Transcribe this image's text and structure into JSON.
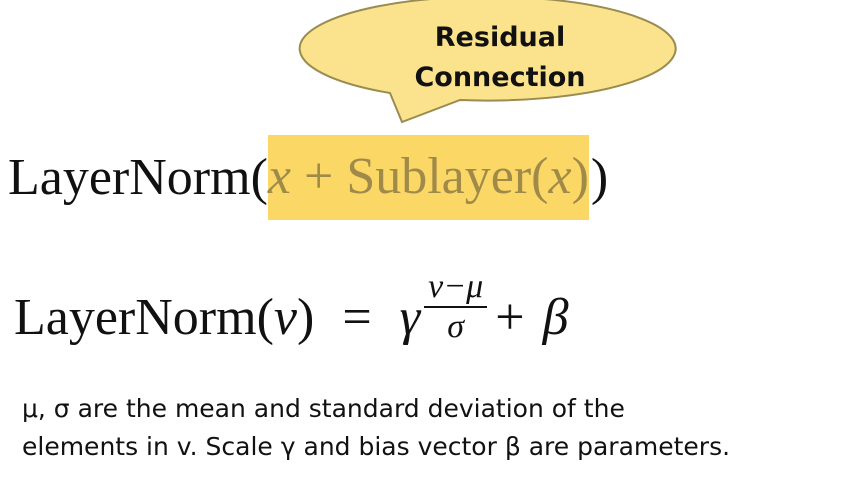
{
  "callout": {
    "line1": "Residual",
    "line2": "Connection",
    "fill": "#fbe38e",
    "stroke": "#9a8b4f"
  },
  "equation1": {
    "func": "LayerNorm",
    "open_paren": "(",
    "var_x": "x",
    "plus": " + ",
    "sublayer": "Sublayer",
    "inner_open": "(",
    "inner_x": "x",
    "inner_close": ")",
    "close_paren": ")",
    "highlight_color": "#fbd766"
  },
  "equation2": {
    "lhs": "LayerNorm",
    "lparen": "(",
    "arg": "v",
    "rparen": ")",
    "equals": "=",
    "gamma": "γ",
    "numerator": "v−μ",
    "denominator": "σ",
    "plus": "+",
    "beta": "β"
  },
  "description": {
    "line1": "μ, σ are the mean and standard deviation of the",
    "line2": "elements in v. Scale γ and bias vector β are parameters."
  }
}
